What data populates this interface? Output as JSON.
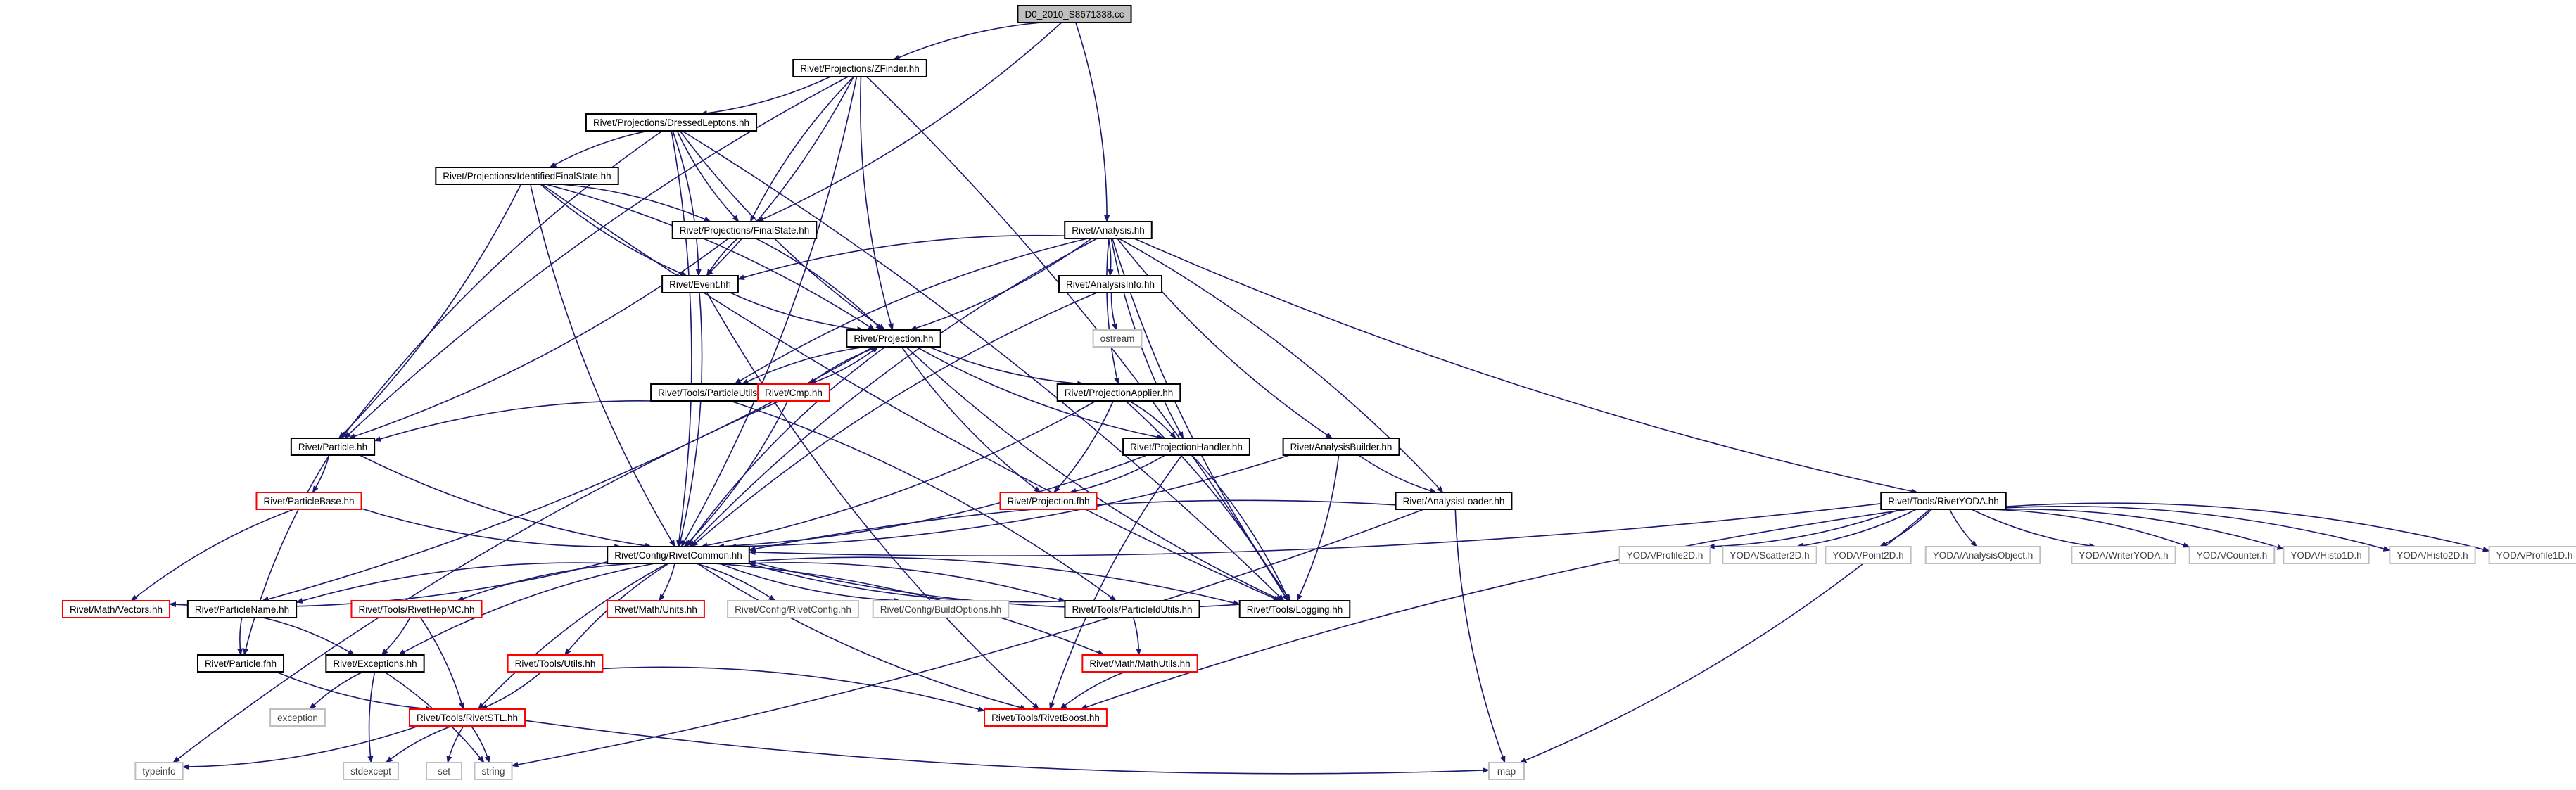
{
  "title": "Include dependency graph for D0_2010_S8671338.cc",
  "colors": {
    "edge": "#191970",
    "root_fill": "#bfbfbf",
    "file_border": "#000000",
    "undocumented_border": "#ff0000",
    "text": "#000000",
    "system_border": "#bfbfbf",
    "system_text": "#404040"
  },
  "nodes": [
    {
      "id": "root",
      "label": "D0_2010_S8671338.cc",
      "kind": "root"
    },
    {
      "id": "zfinder",
      "label": "Rivet/Projections/ZFinder.hh",
      "kind": "file"
    },
    {
      "id": "dressed",
      "label": "Rivet/Projections/DressedLeptons.hh",
      "kind": "file"
    },
    {
      "id": "idfs",
      "label": "Rivet/Projections/IdentifiedFinalState.hh",
      "kind": "file"
    },
    {
      "id": "finalstate",
      "label": "Rivet/Projections/FinalState.hh",
      "kind": "file"
    },
    {
      "id": "analysis",
      "label": "Rivet/Analysis.hh",
      "kind": "file"
    },
    {
      "id": "event",
      "label": "Rivet/Event.hh",
      "kind": "file"
    },
    {
      "id": "analysisinfo",
      "label": "Rivet/AnalysisInfo.hh",
      "kind": "file"
    },
    {
      "id": "ostream",
      "label": "ostream",
      "kind": "system"
    },
    {
      "id": "projection",
      "label": "Rivet/Projection.hh",
      "kind": "file"
    },
    {
      "id": "particleutils",
      "label": "Rivet/Tools/ParticleUtils.hh",
      "kind": "file"
    },
    {
      "id": "cmp",
      "label": "Rivet/Cmp.hh",
      "kind": "undocumented"
    },
    {
      "id": "projapplier",
      "label": "Rivet/ProjectionApplier.hh",
      "kind": "file"
    },
    {
      "id": "projhandler",
      "label": "Rivet/ProjectionHandler.hh",
      "kind": "file"
    },
    {
      "id": "analysisbuilder",
      "label": "Rivet/AnalysisBuilder.hh",
      "kind": "file"
    },
    {
      "id": "particle",
      "label": "Rivet/Particle.hh",
      "kind": "file"
    },
    {
      "id": "projfhh",
      "label": "Rivet/Projection.fhh",
      "kind": "undocumented"
    },
    {
      "id": "particlebase",
      "label": "Rivet/ParticleBase.hh",
      "kind": "undocumented"
    },
    {
      "id": "analysisloader",
      "label": "Rivet/AnalysisLoader.hh",
      "kind": "file"
    },
    {
      "id": "rivetyoda",
      "label": "Rivet/Tools/RivetYODA.hh",
      "kind": "file"
    },
    {
      "id": "rivetcommon",
      "label": "Rivet/Config/RivetCommon.hh",
      "kind": "file"
    },
    {
      "id": "profile2d",
      "label": "YODA/Profile2D.h",
      "kind": "system"
    },
    {
      "id": "scatter2d",
      "label": "YODA/Scatter2D.h",
      "kind": "system"
    },
    {
      "id": "point2d",
      "label": "YODA/Point2D.h",
      "kind": "system"
    },
    {
      "id": "analysisobject",
      "label": "YODA/AnalysisObject.h",
      "kind": "system"
    },
    {
      "id": "writeryoda",
      "label": "YODA/WriterYODA.h",
      "kind": "system"
    },
    {
      "id": "counter",
      "label": "YODA/Counter.h",
      "kind": "system"
    },
    {
      "id": "histo1d",
      "label": "YODA/Histo1D.h",
      "kind": "system"
    },
    {
      "id": "histo2d",
      "label": "YODA/Histo2D.h",
      "kind": "system"
    },
    {
      "id": "profile1d",
      "label": "YODA/Profile1D.h",
      "kind": "system"
    },
    {
      "id": "vectors",
      "label": "Rivet/Math/Vectors.hh",
      "kind": "undocumented"
    },
    {
      "id": "particlename",
      "label": "Rivet/ParticleName.hh",
      "kind": "file"
    },
    {
      "id": "rivethepmc",
      "label": "Rivet/Tools/RivetHepMC.hh",
      "kind": "undocumented"
    },
    {
      "id": "mathunits",
      "label": "Rivet/Math/Units.hh",
      "kind": "undocumented"
    },
    {
      "id": "rivetconfig",
      "label": "Rivet/Config/RivetConfig.hh",
      "kind": "system"
    },
    {
      "id": "buildoptions",
      "label": "Rivet/Config/BuildOptions.hh",
      "kind": "system"
    },
    {
      "id": "particleidutils",
      "label": "Rivet/Tools/ParticleIdUtils.hh",
      "kind": "file"
    },
    {
      "id": "logging",
      "label": "Rivet/Tools/Logging.hh",
      "kind": "file"
    },
    {
      "id": "particlefhh",
      "label": "Rivet/Particle.fhh",
      "kind": "file"
    },
    {
      "id": "exceptions",
      "label": "Rivet/Exceptions.hh",
      "kind": "file"
    },
    {
      "id": "toolsutils",
      "label": "Rivet/Tools/Utils.hh",
      "kind": "undocumented"
    },
    {
      "id": "mathutils",
      "label": "Rivet/Math/MathUtils.hh",
      "kind": "undocumented"
    },
    {
      "id": "exception",
      "label": "exception",
      "kind": "system"
    },
    {
      "id": "rivetstl",
      "label": "Rivet/Tools/RivetSTL.hh",
      "kind": "undocumented"
    },
    {
      "id": "rivetboost",
      "label": "Rivet/Tools/RivetBoost.hh",
      "kind": "undocumented"
    },
    {
      "id": "typeinfo",
      "label": "typeinfo",
      "kind": "system"
    },
    {
      "id": "stdexcept",
      "label": "stdexcept",
      "kind": "system"
    },
    {
      "id": "set",
      "label": "set",
      "kind": "system"
    },
    {
      "id": "string",
      "label": "string",
      "kind": "system"
    },
    {
      "id": "map",
      "label": "map",
      "kind": "system"
    }
  ],
  "edges": [
    [
      "root",
      "zfinder"
    ],
    [
      "root",
      "finalstate"
    ],
    [
      "root",
      "analysis"
    ],
    [
      "zfinder",
      "dressed"
    ],
    [
      "zfinder",
      "finalstate"
    ],
    [
      "zfinder",
      "event"
    ],
    [
      "zfinder",
      "projection"
    ],
    [
      "zfinder",
      "particle"
    ],
    [
      "zfinder",
      "rivetcommon"
    ],
    [
      "zfinder",
      "logging"
    ],
    [
      "dressed",
      "idfs"
    ],
    [
      "dressed",
      "finalstate"
    ],
    [
      "dressed",
      "event"
    ],
    [
      "dressed",
      "projection"
    ],
    [
      "dressed",
      "particle"
    ],
    [
      "dressed",
      "rivetcommon"
    ],
    [
      "dressed",
      "logging"
    ],
    [
      "idfs",
      "finalstate"
    ],
    [
      "idfs",
      "event"
    ],
    [
      "idfs",
      "projection"
    ],
    [
      "idfs",
      "particle"
    ],
    [
      "idfs",
      "rivetcommon"
    ],
    [
      "idfs",
      "logging"
    ],
    [
      "finalstate",
      "event"
    ],
    [
      "finalstate",
      "projection"
    ],
    [
      "finalstate",
      "particle"
    ],
    [
      "analysis",
      "event"
    ],
    [
      "analysis",
      "projection"
    ],
    [
      "analysis",
      "analysisinfo"
    ],
    [
      "analysis",
      "projapplier"
    ],
    [
      "analysis",
      "projhandler"
    ],
    [
      "analysis",
      "analysisbuilder"
    ],
    [
      "analysis",
      "analysisloader"
    ],
    [
      "analysis",
      "rivetyoda"
    ],
    [
      "analysis",
      "particleutils"
    ],
    [
      "analysis",
      "rivetcommon"
    ],
    [
      "analysis",
      "logging"
    ],
    [
      "analysisinfo",
      "ostream"
    ],
    [
      "analysisinfo",
      "rivetcommon"
    ],
    [
      "event",
      "projection"
    ],
    [
      "event",
      "rivetcommon"
    ],
    [
      "event",
      "rivetboost"
    ],
    [
      "projection",
      "particleutils"
    ],
    [
      "projection",
      "cmp"
    ],
    [
      "projection",
      "projapplier"
    ],
    [
      "projection",
      "projhandler"
    ],
    [
      "projection",
      "projfhh"
    ],
    [
      "projection",
      "rivetcommon"
    ],
    [
      "projection",
      "logging"
    ],
    [
      "projection",
      "particlename"
    ],
    [
      "particleutils",
      "particle"
    ],
    [
      "particleutils",
      "particleidutils"
    ],
    [
      "cmp",
      "projection"
    ],
    [
      "cmp",
      "rivetcommon"
    ],
    [
      "cmp",
      "typeinfo"
    ],
    [
      "projapplier",
      "projhandler"
    ],
    [
      "projapplier",
      "projfhh"
    ],
    [
      "projapplier",
      "rivetcommon"
    ],
    [
      "projapplier",
      "logging"
    ],
    [
      "projhandler",
      "projfhh"
    ],
    [
      "projhandler",
      "rivetcommon"
    ],
    [
      "projhandler",
      "logging"
    ],
    [
      "projhandler",
      "rivetboost"
    ],
    [
      "analysisbuilder",
      "analysisloader"
    ],
    [
      "analysisbuilder",
      "rivetcommon"
    ],
    [
      "analysisbuilder",
      "logging"
    ],
    [
      "analysisloader",
      "rivetcommon"
    ],
    [
      "analysisloader",
      "map"
    ],
    [
      "analysisloader",
      "string"
    ],
    [
      "particle",
      "particlebase"
    ],
    [
      "particle",
      "rivetcommon"
    ],
    [
      "particle",
      "particlefhh"
    ],
    [
      "particlebase",
      "rivetcommon"
    ],
    [
      "particlebase",
      "vectors"
    ],
    [
      "rivetyoda",
      "rivetcommon"
    ],
    [
      "rivetyoda",
      "profile2d"
    ],
    [
      "rivetyoda",
      "scatter2d"
    ],
    [
      "rivetyoda",
      "point2d"
    ],
    [
      "rivetyoda",
      "analysisobject"
    ],
    [
      "rivetyoda",
      "writeryoda"
    ],
    [
      "rivetyoda",
      "counter"
    ],
    [
      "rivetyoda",
      "histo1d"
    ],
    [
      "rivetyoda",
      "histo2d"
    ],
    [
      "rivetyoda",
      "profile1d"
    ],
    [
      "rivetyoda",
      "rivetboost"
    ],
    [
      "rivetyoda",
      "map"
    ],
    [
      "rivetcommon",
      "vectors"
    ],
    [
      "rivetcommon",
      "particlename"
    ],
    [
      "rivetcommon",
      "rivethepmc"
    ],
    [
      "rivetcommon",
      "mathunits"
    ],
    [
      "rivetcommon",
      "rivetconfig"
    ],
    [
      "rivetcommon",
      "buildoptions"
    ],
    [
      "rivetcommon",
      "particleidutils"
    ],
    [
      "rivetcommon",
      "logging"
    ],
    [
      "rivetcommon",
      "exceptions"
    ],
    [
      "rivetcommon",
      "toolsutils"
    ],
    [
      "rivetcommon",
      "mathutils"
    ],
    [
      "rivetcommon",
      "rivetstl"
    ],
    [
      "rivetcommon",
      "rivetboost"
    ],
    [
      "particlename",
      "particlefhh"
    ],
    [
      "particlename",
      "exceptions"
    ],
    [
      "rivethepmc",
      "exceptions"
    ],
    [
      "rivethepmc",
      "rivetstl"
    ],
    [
      "particleidutils",
      "mathutils"
    ],
    [
      "particleidutils",
      "rivetcommon"
    ],
    [
      "logging",
      "rivetcommon"
    ],
    [
      "particlefhh",
      "rivetstl"
    ],
    [
      "exceptions",
      "exception"
    ],
    [
      "exceptions",
      "stdexcept"
    ],
    [
      "exceptions",
      "string"
    ],
    [
      "toolsutils",
      "rivetstl"
    ],
    [
      "toolsutils",
      "rivetboost"
    ],
    [
      "mathutils",
      "rivetboost"
    ],
    [
      "rivetstl",
      "typeinfo"
    ],
    [
      "rivetstl",
      "stdexcept"
    ],
    [
      "rivetstl",
      "set"
    ],
    [
      "rivetstl",
      "string"
    ],
    [
      "rivetstl",
      "map"
    ]
  ]
}
